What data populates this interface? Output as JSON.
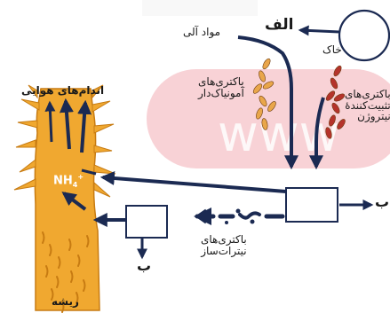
{
  "labels": {
    "alef": "الف",
    "soil": "خاک",
    "organic_matter": "مواد آلی",
    "ammonifying_bacteria_line1": "باکتری‌های",
    "ammonifying_bacteria_line2": "آمونیاک‌دار",
    "nitrogen_fixing_line1": "باکتری‌های",
    "nitrogen_fixing_line2": "تثبیت‌کنندهٔ",
    "nitrogen_fixing_line3": "نیتروژن",
    "nitrifying_bacteria_line1": "باکتری‌های",
    "nitrifying_bacteria_line2": "نیترات‌ساز",
    "aerial_organs": "اندام‌های هوایی",
    "nh4": "NH",
    "nh4_sub": "4",
    "nh4_sup": "+",
    "be_right": "ب",
    "be_bottom": "ب",
    "root": "ریشه",
    "watermark": "www"
  },
  "colors": {
    "arrow": "#1b2a52",
    "plant": "#f0a830",
    "plant_edge": "#c77b12",
    "ammonifying_bacteria": "#e9a64a",
    "nitrogen_fixing_bacteria": "#b5332b",
    "watermark": "#f5c2c7"
  }
}
